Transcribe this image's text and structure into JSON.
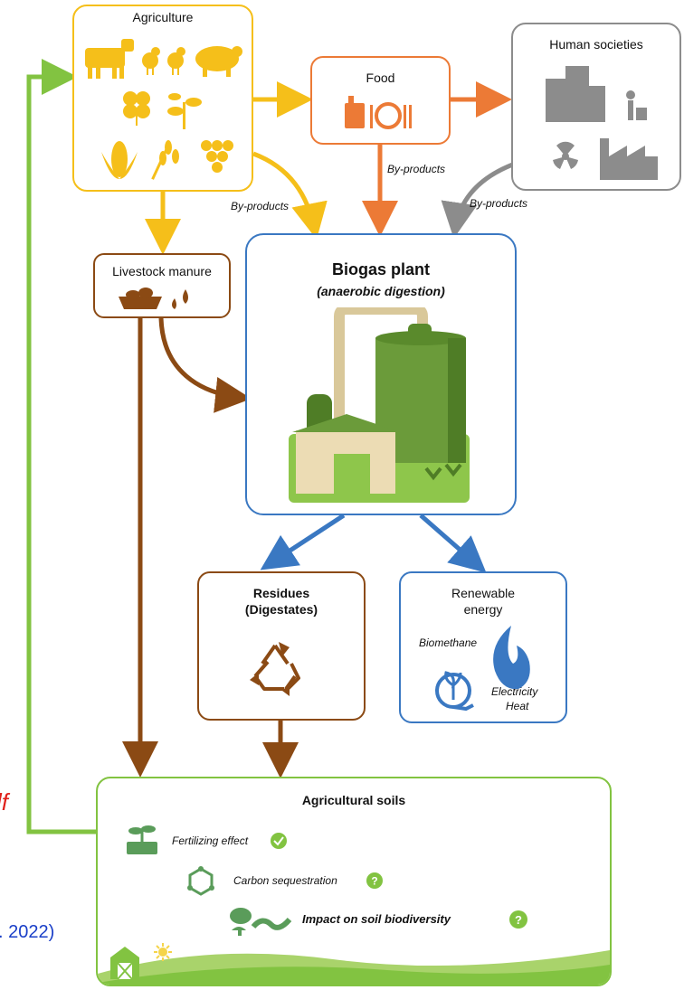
{
  "agriculture": {
    "title": "Agriculture"
  },
  "food": {
    "title": "Food"
  },
  "human": {
    "title": "Human societies"
  },
  "byproducts": {
    "agri": "By-products",
    "food": "By-products",
    "human": "By-products"
  },
  "manure": {
    "title": "Livestock manure"
  },
  "biogas": {
    "title": "Biogas plant",
    "subtitle": "(anaerobic digestion)"
  },
  "residues": {
    "line1": "Residues",
    "line2": "(Digestates)"
  },
  "energy": {
    "line1": "Renewable",
    "line2": "energy",
    "biomethane": "Biomethane",
    "electricity": "Electricity",
    "heat": "Heat"
  },
  "soils": {
    "title": "Agricultural soils",
    "items": [
      {
        "label": "Fertilizing effect",
        "status": "check"
      },
      {
        "label": "Carbon sequestration",
        "status": "question"
      },
      {
        "label": "Impact on soil biodiversity",
        "status": "question"
      }
    ]
  },
  "overlay": {
    "red_fragment": "lf",
    "blue_fragment": ". 2022)"
  },
  "colors": {
    "agriculture": "#f5bf1a",
    "food": "#ec7a36",
    "human": "#8c8c8c",
    "manure": "#8b4a14",
    "biogas_blue": "#3a78c2",
    "soil_green": "#82c341",
    "plant_green": "#6b9b3a"
  }
}
